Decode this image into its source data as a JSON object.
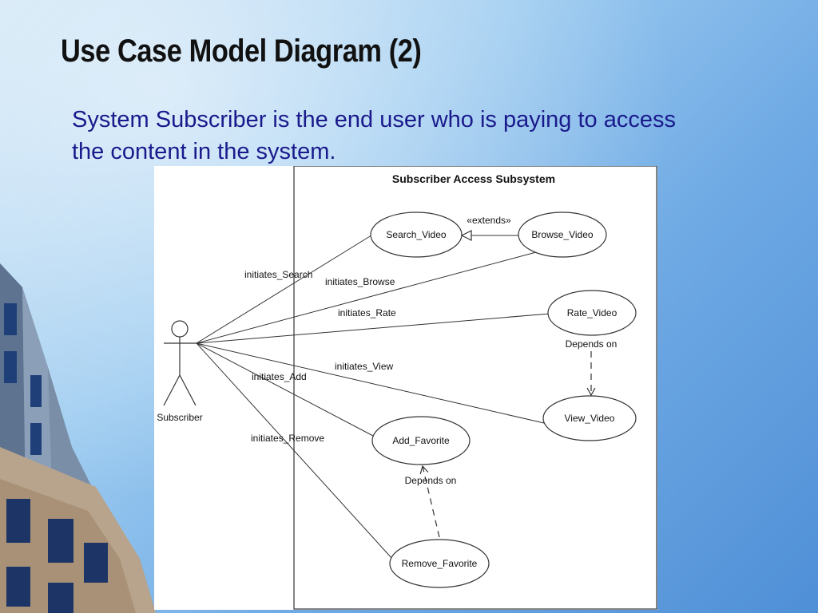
{
  "slide": {
    "title": "Use Case Model Diagram (2)",
    "body": "System Subscriber is the end user who is paying to access the content in the system."
  },
  "diagram": {
    "system_boundary_label": "Subscriber Access Subsystem",
    "actor": {
      "name": "Subscriber"
    },
    "use_cases": {
      "search_video": "Search_Video",
      "browse_video": "Browse_Video",
      "rate_video": "Rate_Video",
      "view_video": "View_Video",
      "add_favorite": "Add_Favorite",
      "remove_favorite": "Remove_Favorite"
    },
    "associations": {
      "initiates_search": "initiates_Search",
      "initiates_browse": "initiates_Browse",
      "initiates_rate": "initiates_Rate",
      "initiates_view": "initiates_View",
      "initiates_add": "initiates_Add",
      "initiates_remove": "initiates_Remove"
    },
    "relationships": {
      "extends": "«extends»",
      "depends_on_rate_view": "Depends on",
      "depends_on_remove_add": "Depends on"
    }
  }
}
